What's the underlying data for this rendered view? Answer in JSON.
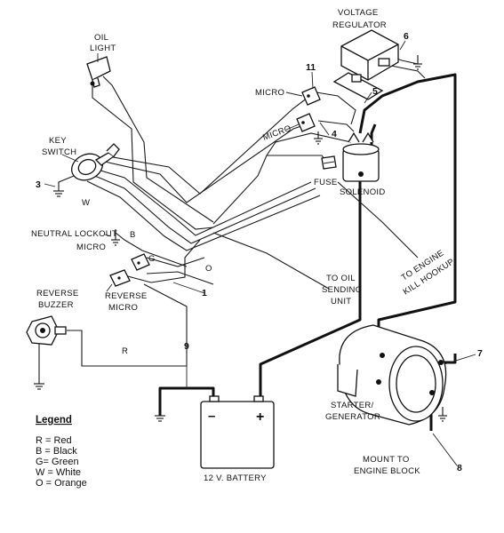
{
  "labels": {
    "voltage_regulator_1": "VOLTAGE",
    "voltage_regulator_2": "REGULATOR",
    "oil_light_1": "OIL",
    "oil_light_2": "LIGHT",
    "micro_upper": "MICRO",
    "micro_lower": "MICRO",
    "key_switch_1": "KEY",
    "key_switch_2": "SWITCH",
    "fuse": "FUSE",
    "solenoid": "SOLENOID",
    "neutral_lockout_1": "NEUTRAL LOCKOUT",
    "neutral_lockout_2": "MICRO",
    "reverse_buzzer_1": "REVERSE",
    "reverse_buzzer_2": "BUZZER",
    "reverse_micro_1": "REVERSE",
    "reverse_micro_2": "MICRO",
    "to_oil_1": "TO OIL",
    "to_oil_2": "SENDING",
    "to_oil_3": "UNIT",
    "to_engine_1": "TO ENGINE",
    "to_engine_2": "KILL HOOKUP",
    "starter_1": "STARTER/",
    "starter_2": "GENERATOR",
    "mount_1": "MOUNT TO",
    "mount_2": "ENGINE BLOCK",
    "battery": "12 V. BATTERY",
    "battery_minus": "–",
    "battery_plus": "+"
  },
  "wire_letters": {
    "w": "W",
    "b": "B",
    "g": "G",
    "o": "O",
    "r": "R"
  },
  "callouts": {
    "n1": "1",
    "n3": "3",
    "n4": "4",
    "n5": "5",
    "n6": "6",
    "n7": "7",
    "n8": "8",
    "n9": "9",
    "n11": "11"
  },
  "legend": {
    "title": "Legend",
    "items": [
      "R = Red",
      "B = Black",
      "G= Green",
      "W = White",
      "O = Orange"
    ]
  }
}
